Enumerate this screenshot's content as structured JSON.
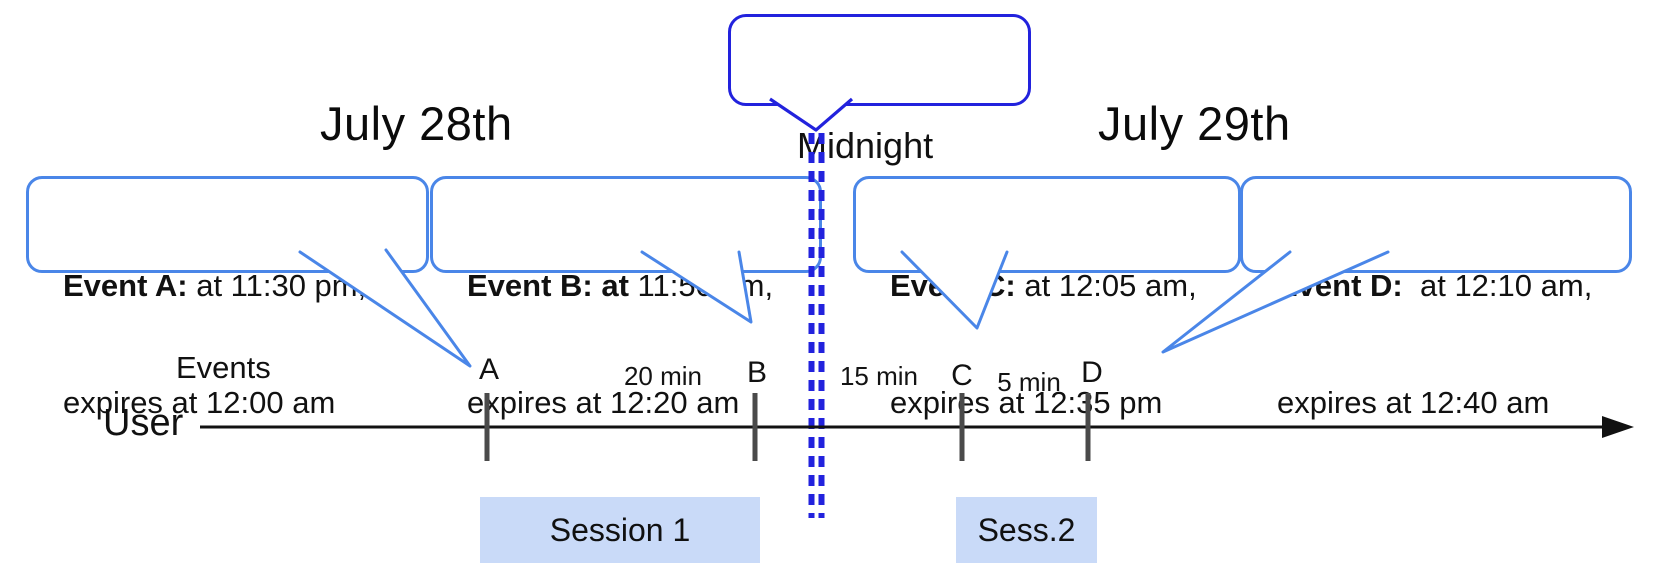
{
  "dates": {
    "left": "July 28th",
    "right": "July 29th"
  },
  "midnight": {
    "label": "Midnight"
  },
  "axis": {
    "user_label": "User",
    "events_label": "Events"
  },
  "ticks": {
    "letters": [
      "A",
      "B",
      "C",
      "D"
    ]
  },
  "gaps": {
    "ab": "20 min",
    "bc": "15 min",
    "cd": "5 min"
  },
  "events": [
    {
      "title": "Event A:",
      "rest": " at 11:30 pm,",
      "line2": "expires at 12:00 am"
    },
    {
      "title": "Event B: at",
      "rest": " 11:50 pm,",
      "line2": "expires at 12:20 am"
    },
    {
      "title": "Event C:",
      "rest": " at 12:05 am,",
      "line2": "expires at 12:35 pm"
    },
    {
      "title": "Event D:",
      "rest": "  at 12:10 am,",
      "line2": "expires at 12:40 am"
    }
  ],
  "sessions": [
    {
      "label": "Session 1"
    },
    {
      "label": "Sess.2"
    }
  ],
  "colors": {
    "callout_border": "#4a86e8",
    "midnight_blue": "#2222dd",
    "session_fill": "#c9daf8",
    "tick_gray": "#4a4a4a",
    "timeline_black": "#111111"
  }
}
